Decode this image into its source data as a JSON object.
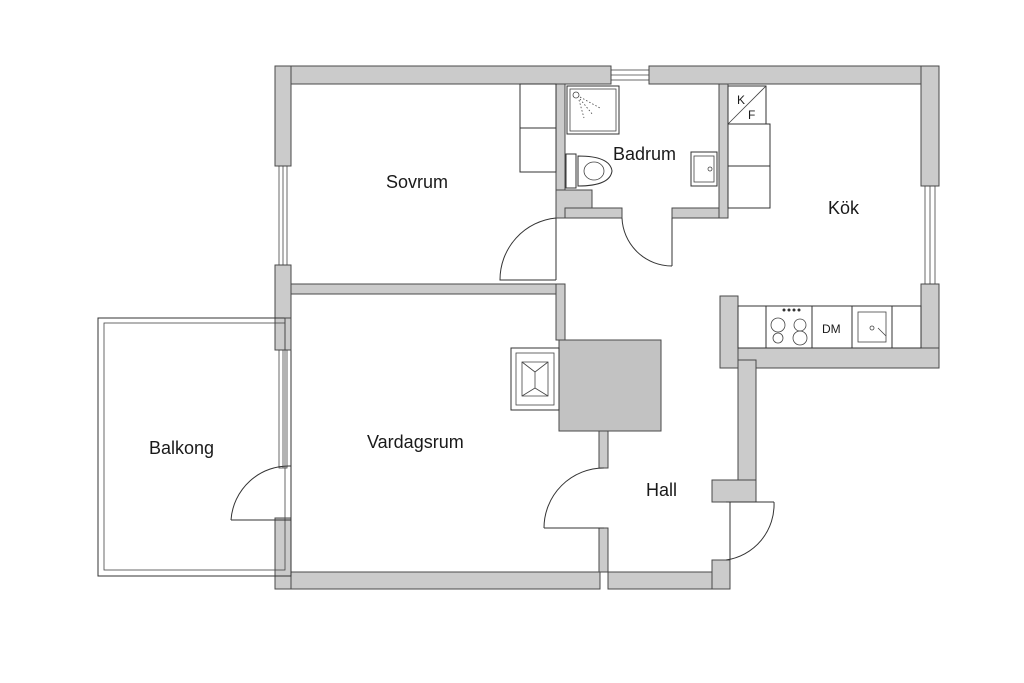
{
  "colors": {
    "wall_fill": "#cbcbcb",
    "wall_stroke": "#4a4a4a",
    "line": "#333333",
    "background": "#ffffff"
  },
  "rooms": {
    "sovrum": "Sovrum",
    "badrum": "Badrum",
    "kok": "Kök",
    "balkong": "Balkong",
    "vardagsrum": "Vardagsrum",
    "hall": "Hall"
  },
  "labels": {
    "fridge_k": "K",
    "freezer_f": "F",
    "dishwasher": "DM"
  },
  "icons": [
    "door-swing-icon",
    "window-icon",
    "shower-icon",
    "toilet-icon",
    "sink-icon",
    "stove-icon",
    "fireplace-icon",
    "kitchen-sink-icon"
  ]
}
